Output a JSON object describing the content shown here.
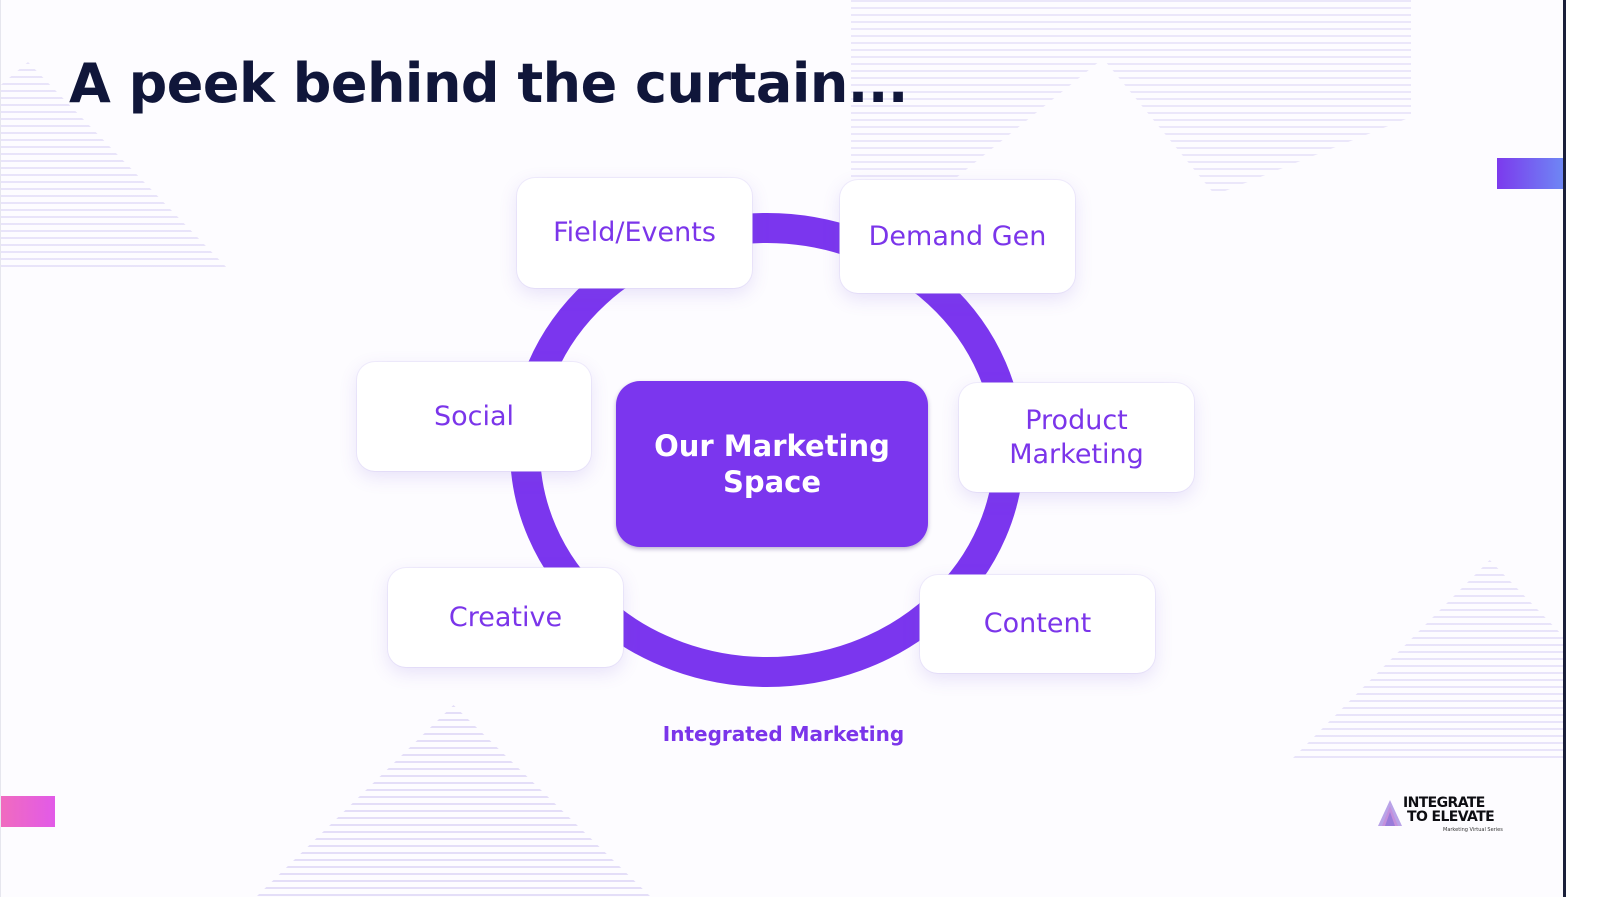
{
  "slide": {
    "title": "A peek behind the curtain...",
    "center": {
      "line1": "Our Marketing",
      "line2": "Space"
    },
    "ring_caption": "Integrated Marketing",
    "teams": [
      {
        "id": "field-events",
        "label": "Field/Events"
      },
      {
        "id": "demand-gen",
        "label": "Demand Gen"
      },
      {
        "id": "social",
        "label": "Social"
      },
      {
        "id": "product-marketing",
        "line1": "Product",
        "line2": "Marketing"
      },
      {
        "id": "creative",
        "label": "Creative"
      },
      {
        "id": "content",
        "label": "Content"
      }
    ],
    "logo": {
      "line1": "INTEGRATE",
      "line2": "TO ELEVATE",
      "subtitle": "Marketing Virtual Series",
      "icon": "triangle-logo-icon"
    }
  },
  "colors": {
    "title": "#10163a",
    "accent_purple": "#7b36ee",
    "card_text": "#7b35ea",
    "accent_bar_right_gradient": [
      "#7c3aed",
      "#6d8bf5"
    ],
    "accent_bar_left_gradient": [
      "#f06bbf",
      "#e25ae8"
    ],
    "background": "#fdfcff"
  }
}
